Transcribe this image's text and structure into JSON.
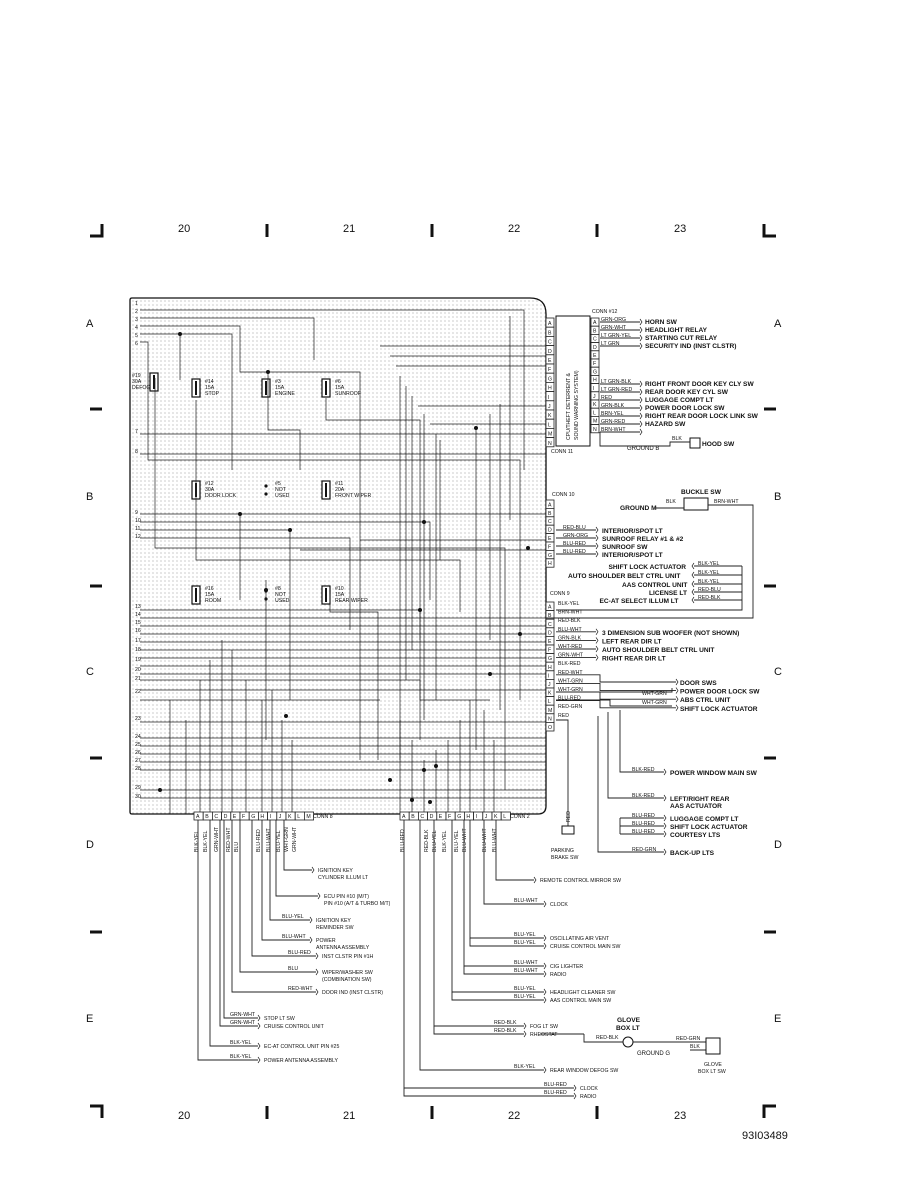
{
  "doc_id": "93I03489",
  "grid": {
    "columns": [
      "20",
      "21",
      "22",
      "23"
    ],
    "rows": [
      "A",
      "B",
      "C",
      "D",
      "E"
    ]
  },
  "junction_block": {
    "row_numbers": [
      "1",
      "2",
      "3",
      "4",
      "5",
      "6",
      "7",
      "8",
      "9",
      "10",
      "11",
      "12",
      "13",
      "14",
      "15",
      "16",
      "17",
      "18",
      "19",
      "20",
      "21",
      "22",
      "23",
      "24",
      "25",
      "26",
      "27",
      "28",
      "29",
      "30"
    ],
    "fuses": [
      {
        "num": "#19",
        "amps": "30A",
        "name": "DEFOG"
      },
      {
        "num": "#14",
        "amps": "15A",
        "name": "STOP"
      },
      {
        "num": "#3",
        "amps": "15A",
        "name": "ENGINE"
      },
      {
        "num": "#6",
        "amps": "15A",
        "name": "SUNROOF"
      },
      {
        "num": "#12",
        "amps": "30A",
        "name": "DOOR LOCK"
      },
      {
        "num": "#5",
        "amps": "NOT",
        "name": "USED"
      },
      {
        "num": "#11",
        "amps": "20A",
        "name": "FRONT WIPER"
      },
      {
        "num": "#16",
        "amps": "15A",
        "name": "ROOM"
      },
      {
        "num": "#8",
        "amps": "NOT",
        "name": "USED"
      },
      {
        "num": "#10",
        "amps": "15A",
        "name": "REAR WIPER"
      }
    ]
  },
  "module": {
    "line1": "CPU/THEFT DETERRENT &",
    "line2": "SOUND WARNING SYSTEM)"
  },
  "conn11": {
    "title": "CONN 11",
    "pins": [
      "A",
      "B",
      "C",
      "D",
      "E",
      "F",
      "G",
      "H",
      "I",
      "J",
      "K",
      "L",
      "M",
      "N"
    ]
  },
  "conn12": {
    "title": "CONN #12",
    "pins": [
      "A",
      "B",
      "C",
      "D",
      "E",
      "F",
      "G",
      "H",
      "I",
      "J",
      "K",
      "L",
      "M",
      "N"
    ],
    "wires": [
      {
        "pin": "A",
        "color": "GRN-ORG",
        "dest": "HORN SW"
      },
      {
        "pin": "B",
        "color": "GRN-WHT",
        "dest": "HEADLIGHT RELAY"
      },
      {
        "pin": "C",
        "color": "LT GRN-YEL",
        "dest": "STARTING CUT RELAY"
      },
      {
        "pin": "D",
        "color": "LT GRN",
        "dest": "SECURITY IND (INST CLSTR)"
      },
      {
        "pin": "H",
        "color": "LT GRN-BLK",
        "dest": "RIGHT FRONT DOOR KEY CLY SW"
      },
      {
        "pin": "I",
        "color": "LT GRN-RED",
        "dest": "REAR DOOR KEY CYL SW"
      },
      {
        "pin": "J",
        "color": "RED",
        "dest": "LUGGAGE COMPT LT"
      },
      {
        "pin": "K",
        "color": "GRN-BLK",
        "dest": "POWER DOOR LOCK SW"
      },
      {
        "pin": "L",
        "color": "BRN-YEL",
        "dest": "RIGHT REAR DOOR LOCK LINK SW"
      },
      {
        "pin": "M",
        "color": "GRN-RED",
        "dest": "HAZARD SW"
      },
      {
        "pin": "N",
        "color": "BRN-WHT",
        "dest": ""
      }
    ],
    "hood": {
      "color": "BLK",
      "ground": "GROUND B",
      "dest": "HOOD SW"
    }
  },
  "conn10": {
    "title": "CONN 10",
    "pins": [
      "A",
      "B",
      "C",
      "D",
      "E",
      "F",
      "G",
      "H"
    ],
    "buckle": {
      "title": "BUCKLE SW",
      "blk": "BLK",
      "color": "BRN-WHT",
      "ground": "GROUND M"
    },
    "wires": [
      {
        "color": "RED-BLU",
        "dest": "INTERIOR/SPOT LT"
      },
      {
        "color": "GRN-ORG",
        "dest": "SUNROOF RELAY #1 & #2"
      },
      {
        "color": "BLU-RED",
        "dest": "SUNROOF SW"
      },
      {
        "color": "BLU-RED",
        "dest": "INTERIOR/SPOT LT"
      }
    ],
    "right_wires": [
      {
        "dest": "SHIFT LOCK ACTUATOR",
        "color": "BLK-YEL"
      },
      {
        "dest": "AUTO SHOULDER BELT CTRL UNIT",
        "color": "BLK-YEL"
      },
      {
        "dest": "AAS CONTROL UNIT",
        "color": "BLK-YEL"
      },
      {
        "dest": "LICENSE LT",
        "color": "RED-BLU"
      },
      {
        "dest": "EC-AT SELECT ILLUM LT",
        "color": "RED-BLK"
      }
    ]
  },
  "conn9": {
    "title": "CONN 9",
    "pins": [
      "A",
      "B",
      "C",
      "D",
      "E",
      "F",
      "G",
      "H",
      "I",
      "J",
      "K",
      "L",
      "M",
      "N",
      "O"
    ],
    "wires": [
      {
        "color": "BLK-YEL",
        "dest": ""
      },
      {
        "color": "BRN-WHT",
        "dest": ""
      },
      {
        "color": "RED-BLK",
        "dest": ""
      },
      {
        "color": "BLU-WHT",
        "dest": "3 DIMENSION SUB WOOFER (NOT SHOWN)"
      },
      {
        "color": "GRN-BLK",
        "dest": "LEFT REAR DIR LT"
      },
      {
        "color": "WHT-RED",
        "dest": "AUTO SHOULDER BELT CTRL UNIT"
      },
      {
        "color": "GRN-WHT",
        "dest": "RIGHT REAR DIR LT"
      },
      {
        "color": "BLK-RED",
        "dest": ""
      },
      {
        "color": "RED-WHT",
        "dest": "DOOR SWS"
      },
      {
        "color": "WHT-GRN",
        "dest": "POWER DOOR LOCK SW"
      },
      {
        "color": "WHT-GRN",
        "dest": "ABS CTRL UNIT"
      },
      {
        "color": "BLU-RED",
        "dest": "SHIFT LOCK ACTUATOR"
      },
      {
        "color": "RED-GRN",
        "dest": ""
      },
      {
        "color": "RED",
        "dest": ""
      },
      {
        "color": "",
        "dest": ""
      }
    ],
    "branch_colors": [
      "WHT-GRN",
      "WHT-GRN"
    ]
  },
  "right_lower": [
    {
      "color": "BLK-RED",
      "dest": "POWER WINDOW MAIN SW"
    },
    {
      "color": "BLK-RED",
      "dest": "LEFT/RIGHT REAR",
      "dest2": "AAS ACTUATOR"
    },
    {
      "color": "BLU-RED",
      "dest": "LUGGAGE COMPT LT"
    },
    {
      "color": "BLU-RED",
      "dest": "SHIFT LOCK ACTUATOR"
    },
    {
      "color": "BLU-RED",
      "dest": "COURTESY LTS"
    },
    {
      "color": "RED-GRN",
      "dest": "BACK-UP LTS"
    }
  ],
  "parking": {
    "color": "RED",
    "label1": "PARKING",
    "label2": "BRAKE SW"
  },
  "conn8": {
    "title": "CONN 8",
    "pins": [
      "A",
      "B",
      "C",
      "D",
      "E",
      "F",
      "G",
      "H",
      "I",
      "J",
      "K",
      "L",
      "M"
    ],
    "vlabels": [
      "BLK-YEL",
      "BLK-YEL",
      "GRN-WHT",
      "RED-WHT",
      "BLU",
      "BLU-RED",
      "BLU-WHT",
      "BLU-YEL",
      "WHT-GRN",
      "GRN-WHT"
    ],
    "wires": [
      {
        "color": "",
        "dest": "IGNITION KEY",
        "dest2": "CYLINDER ILLUM LT"
      },
      {
        "color": "",
        "dest": "ECU PIN #10 (M/T)",
        "dest2": "PIN #10 (A/T & TURBO M/T)"
      },
      {
        "color": "BLU-YEL",
        "dest": "IGNITION KEY",
        "dest2": "REMINDER SW"
      },
      {
        "color": "BLU-WHT",
        "dest": "POWER",
        "dest2": "ANTENNA ASSEMBLY"
      },
      {
        "color": "BLU-RED",
        "dest": "INST CLSTR PIN #1H",
        "dest2": ""
      },
      {
        "color": "BLU",
        "dest": "WIPER/WASHER SW",
        "dest2": "(COMBINATION SW)"
      },
      {
        "color": "RED-WHT",
        "dest": "DOOR IND (INST CLSTR)",
        "dest2": ""
      },
      {
        "color": "GRN-WHT",
        "dest": "STOP LT SW",
        "dest2": ""
      },
      {
        "color": "GRN-WHT",
        "dest": "CRUISE CONTROL UNIT",
        "dest2": ""
      },
      {
        "color": "BLK-YEL",
        "dest": "EC-AT CONTROL UNIT PIN #25",
        "dest2": ""
      },
      {
        "color": "BLK-YEL",
        "dest": "POWER ANTENNA ASSEMBLY",
        "dest2": ""
      }
    ]
  },
  "conn2": {
    "title": "CONN 2",
    "pins": [
      "A",
      "B",
      "C",
      "D",
      "E",
      "F",
      "G",
      "H",
      "I",
      "J",
      "K",
      "L"
    ],
    "vlabels": [
      "BLU-RED",
      "RED-BLK",
      "BLK-YEL",
      "BLU-YEL",
      "BLU-YEL",
      "BLU-WHT",
      "BLU-WHT",
      "BLU-WHT"
    ],
    "wires": [
      {
        "color": "",
        "dest": "REMOTE CONTROL MIRROR SW"
      },
      {
        "color": "BLU-WHT",
        "dest": "CLOCK"
      },
      {
        "color": "BLU-YEL",
        "dest": "OSCILLATING AIR VENT"
      },
      {
        "color": "BLU-YEL",
        "dest": "CRUISE CONTROL MAIN SW"
      },
      {
        "color": "BLU-WHT",
        "dest": "CIG LIGHTER"
      },
      {
        "color": "BLU-WHT",
        "dest": "RADIO"
      },
      {
        "color": "BLU-YEL",
        "dest": "HEADLIGHT CLEANER SW"
      },
      {
        "color": "BLU-YEL",
        "dest": "AAS CONTROL MAIN SW"
      },
      {
        "color": "RED-BLK",
        "dest": "FOG LT SW"
      },
      {
        "color": "RED-BLK",
        "dest": "RHEOSTAT"
      },
      {
        "color": "BLK-YEL",
        "dest": "REAR WINDOW DEFOG SW"
      },
      {
        "color": "BLU-RED",
        "dest": "CLOCK"
      },
      {
        "color": "BLU-RED",
        "dest": "RADIO"
      }
    ],
    "glove": {
      "title1": "GLOVE",
      "title2": "BOX LT",
      "red_blk": "RED-BLK",
      "red_grn": "RED-GRN",
      "blk": "BLK",
      "ground": "GROUND G",
      "sw1": "GLOVE",
      "sw2": "BOX LT SW"
    }
  }
}
